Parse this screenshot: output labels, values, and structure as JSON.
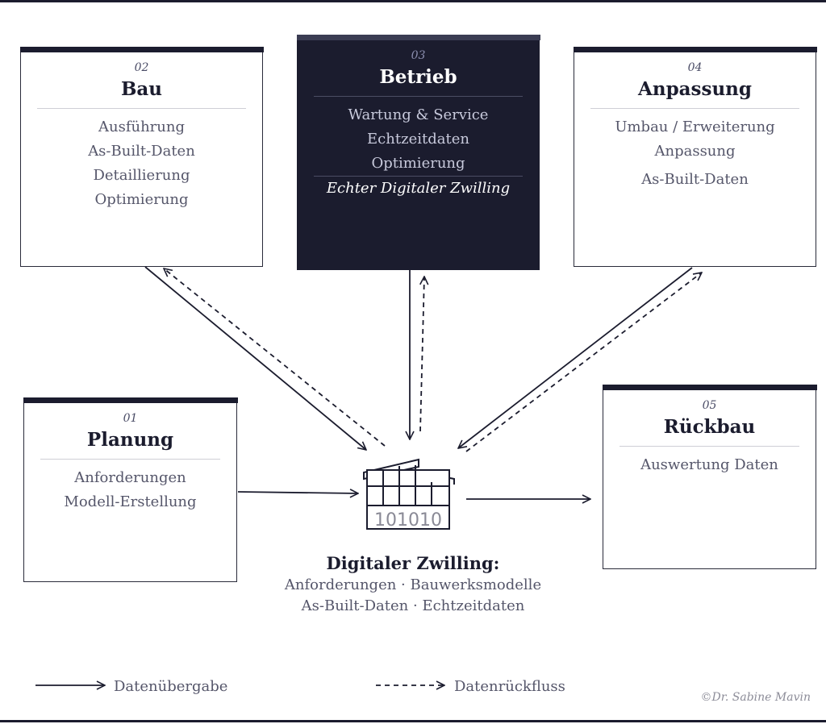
{
  "boxes": {
    "bau": {
      "num": "02",
      "title": "Bau",
      "items": [
        "Ausführung",
        "As-Built-Daten",
        "Detaillierung",
        "Optimierung"
      ]
    },
    "betrieb": {
      "num": "03",
      "title": "Betrieb",
      "items": [
        "Wartung & Service",
        "Echtzeitdaten",
        "Optimierung"
      ],
      "highlight": "Echter Digitaler Zwilling"
    },
    "anpassung": {
      "num": "04",
      "title": "Anpassung",
      "items": [
        "Umbau / Erweiterung",
        "Anpassung",
        "As-Built-Daten"
      ]
    },
    "planung": {
      "num": "01",
      "title": "Planung",
      "items": [
        "Anforderungen",
        "Modell-Erstellung"
      ]
    },
    "rueckbau": {
      "num": "05",
      "title": "Rückbau",
      "items": [
        "Auswertung Daten"
      ]
    }
  },
  "center": {
    "icon": "building-binary-icon",
    "binary": "101010",
    "title": "Digitaler Zwilling:",
    "line1": "Anforderungen · Bauwerksmodelle",
    "line2": "As-Built-Daten · Echtzeitdaten"
  },
  "legend": {
    "solid": "Datenübergabe",
    "dashed": "Datenrückfluss"
  },
  "copyright": "©Dr. Sabine Mavin",
  "colors": {
    "dark": "#1b1c2e",
    "text": "#55566a"
  }
}
